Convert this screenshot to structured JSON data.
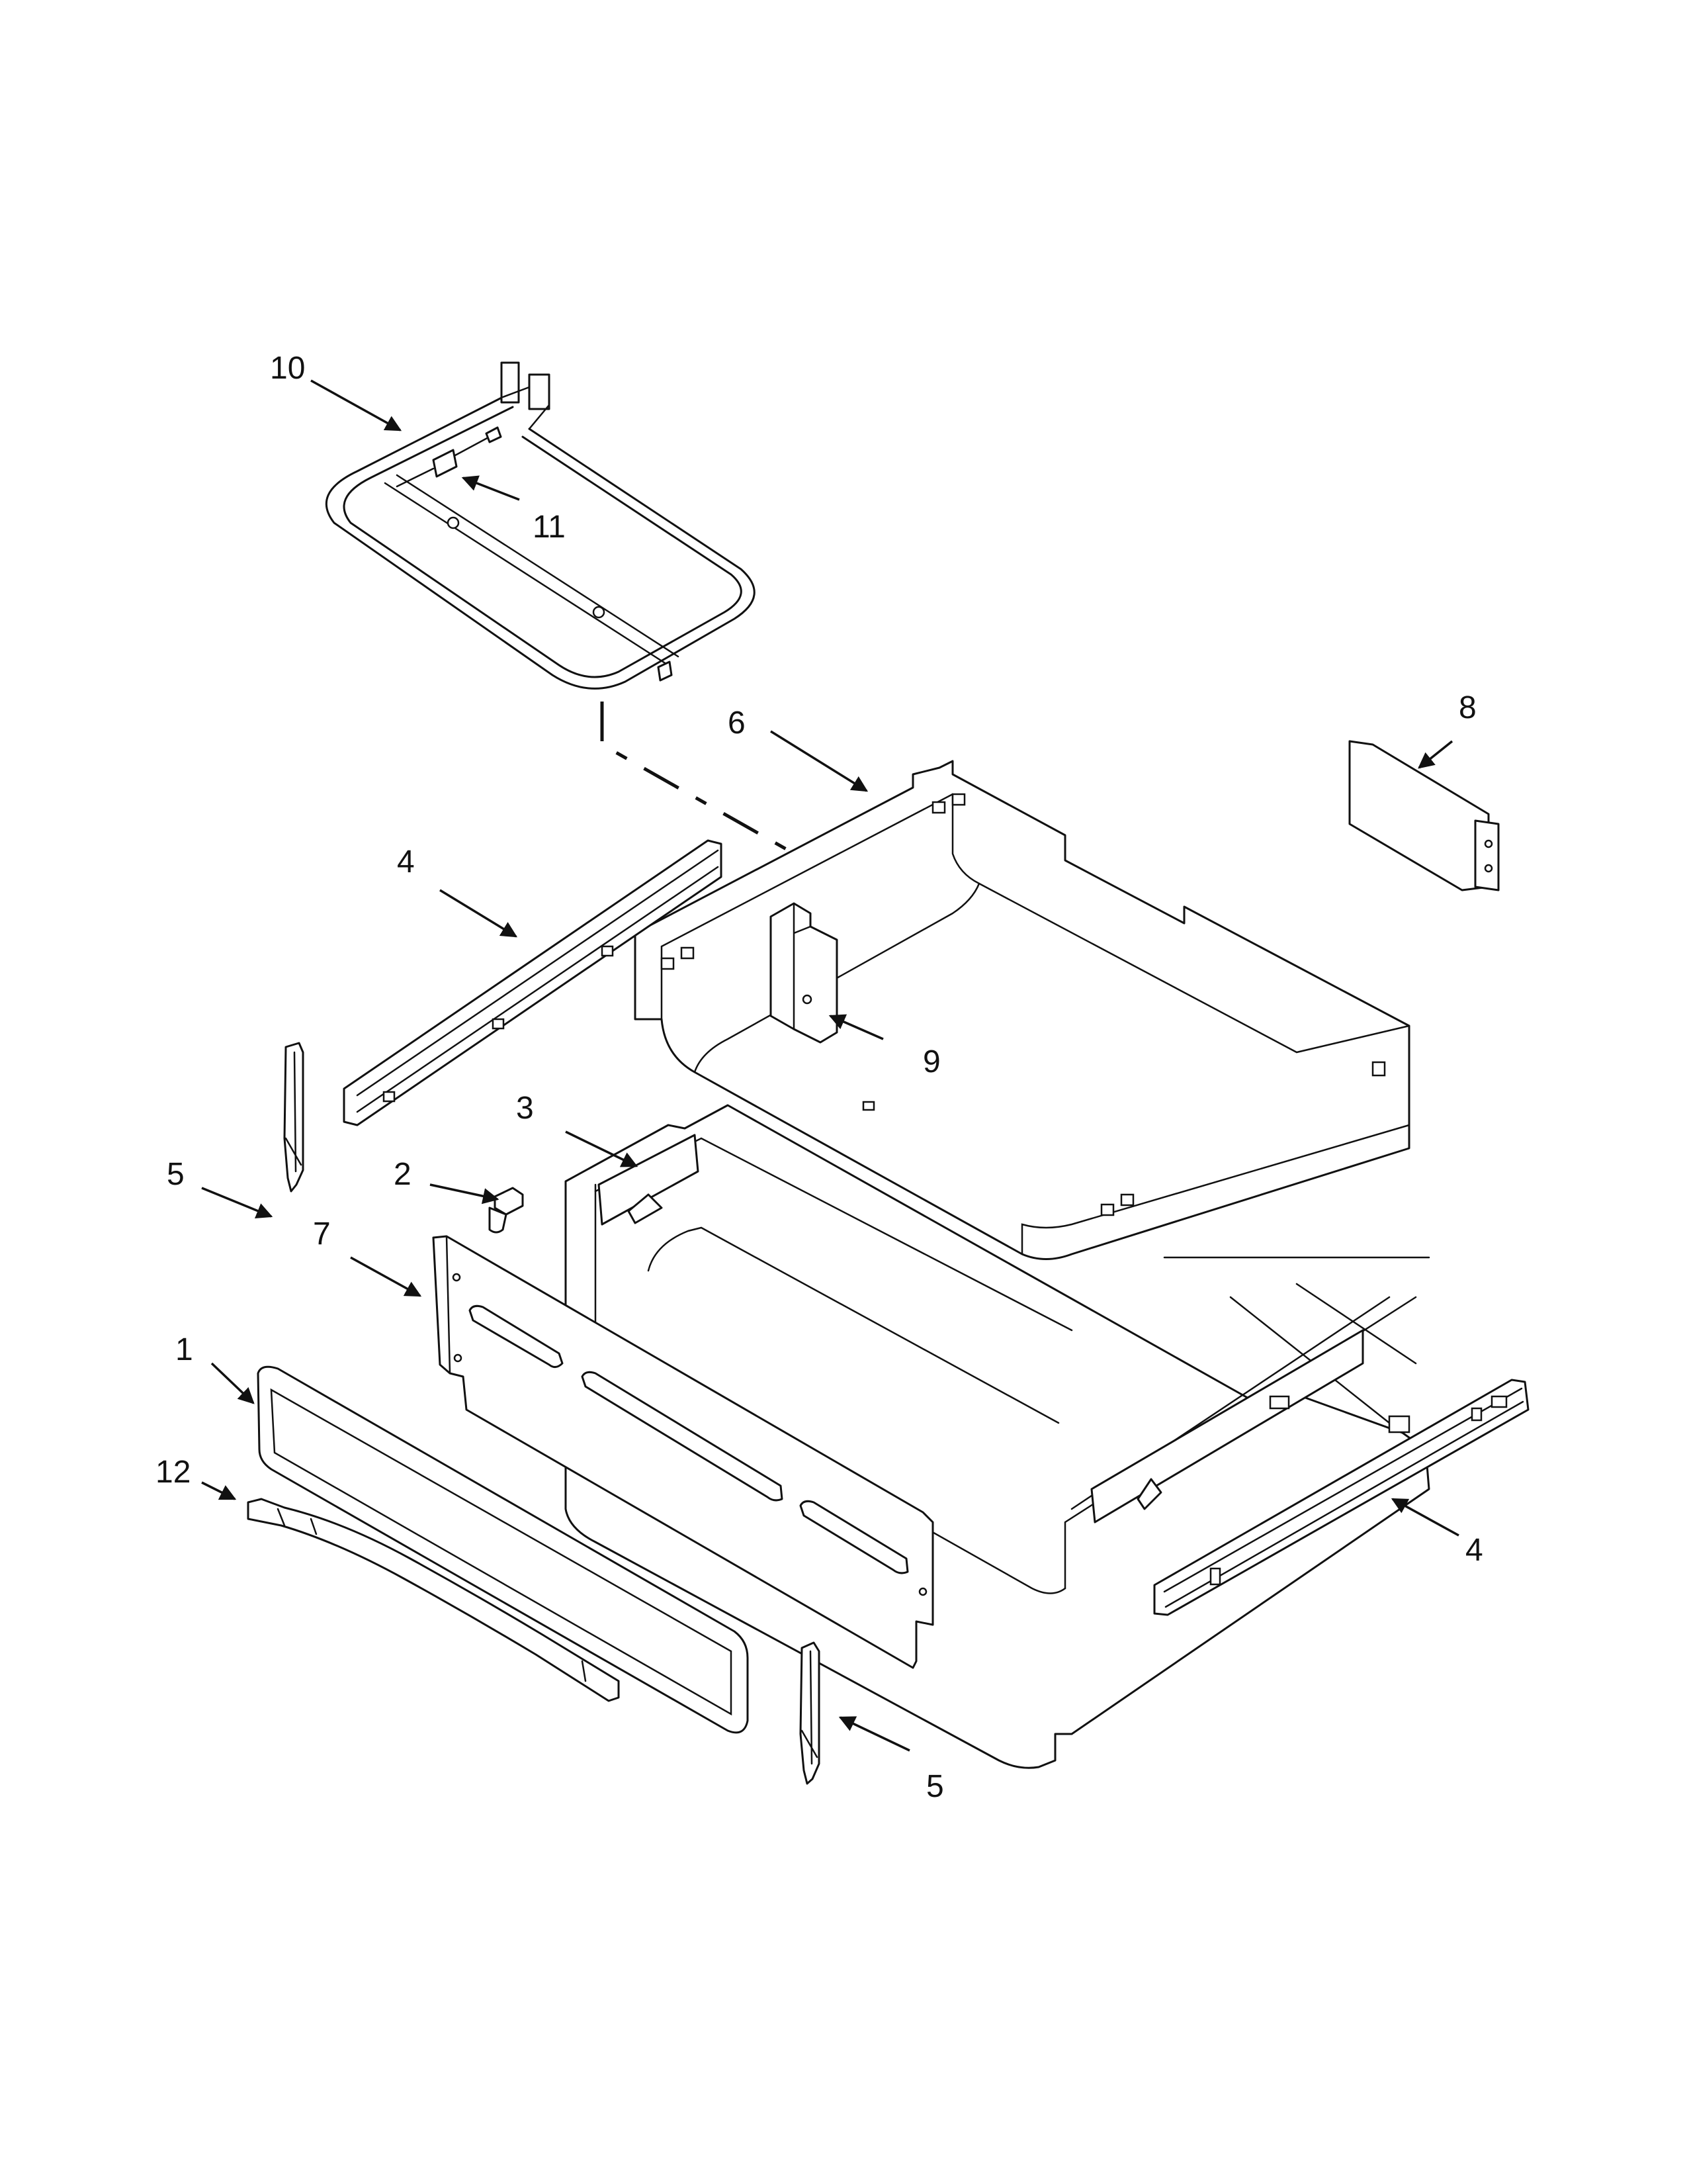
{
  "callouts": {
    "c1": "1",
    "c2": "2",
    "c3": "3",
    "c4_left": "4",
    "c4_right": "4",
    "c5_left": "5",
    "c5_bottom": "5",
    "c6": "6",
    "c7": "7",
    "c8": "8",
    "c9": "9",
    "c10": "10",
    "c11": "11",
    "c12": "12"
  },
  "colors": {
    "line": "#111111",
    "background": "#ffffff"
  }
}
